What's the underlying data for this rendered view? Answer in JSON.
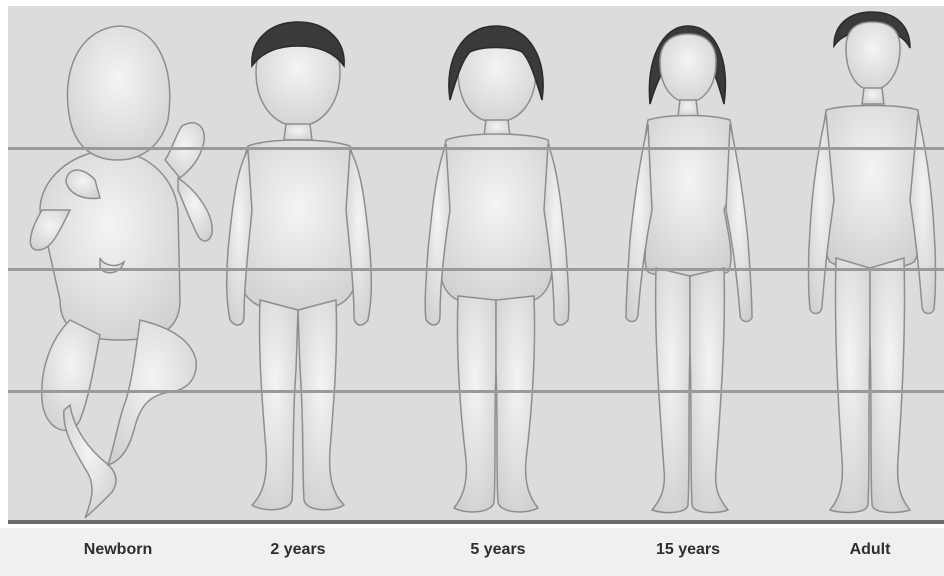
{
  "colors": {
    "panel_background": "#dcdcdc",
    "figure_skin": "#e6e6e6",
    "figure_outline": "#8e8e8e",
    "hair": "#3a3a3a",
    "reference_line": "#9a9a9a",
    "baseline": "#6b6b6b",
    "label_text": "#2e2e2e"
  },
  "figures": [
    {
      "label": "Newborn"
    },
    {
      "label": "2 years"
    },
    {
      "label": "5 years"
    },
    {
      "label": "15 years"
    },
    {
      "label": "Adult"
    }
  ]
}
